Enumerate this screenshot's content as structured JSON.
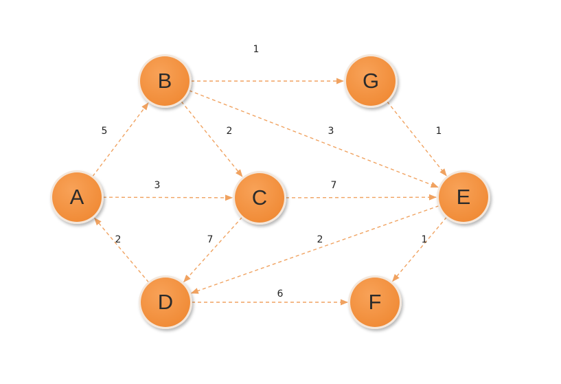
{
  "graph": {
    "nodes": [
      {
        "id": "A",
        "label": "A"
      },
      {
        "id": "B",
        "label": "B"
      },
      {
        "id": "C",
        "label": "C"
      },
      {
        "id": "D",
        "label": "D"
      },
      {
        "id": "E",
        "label": "E"
      },
      {
        "id": "F",
        "label": "F"
      },
      {
        "id": "G",
        "label": "G"
      }
    ],
    "edges": [
      {
        "from": "A",
        "to": "B",
        "weight": "5"
      },
      {
        "from": "A",
        "to": "C",
        "weight": "3"
      },
      {
        "from": "B",
        "to": "G",
        "weight": "1"
      },
      {
        "from": "B",
        "to": "C",
        "weight": "2"
      },
      {
        "from": "B",
        "to": "E",
        "weight": "3"
      },
      {
        "from": "G",
        "to": "E",
        "weight": "1"
      },
      {
        "from": "C",
        "to": "E",
        "weight": "7"
      },
      {
        "from": "C",
        "to": "D",
        "weight": "7"
      },
      {
        "from": "D",
        "to": "A",
        "weight": "2"
      },
      {
        "from": "E",
        "to": "D",
        "weight": "2"
      },
      {
        "from": "E",
        "to": "F",
        "weight": "1"
      },
      {
        "from": "D",
        "to": "F",
        "weight": "6"
      }
    ]
  },
  "colors": {
    "node_fill": "#f59443",
    "node_ring": "#f3e7dc",
    "edge": "#f0a260",
    "text": "#2b2b2b"
  }
}
